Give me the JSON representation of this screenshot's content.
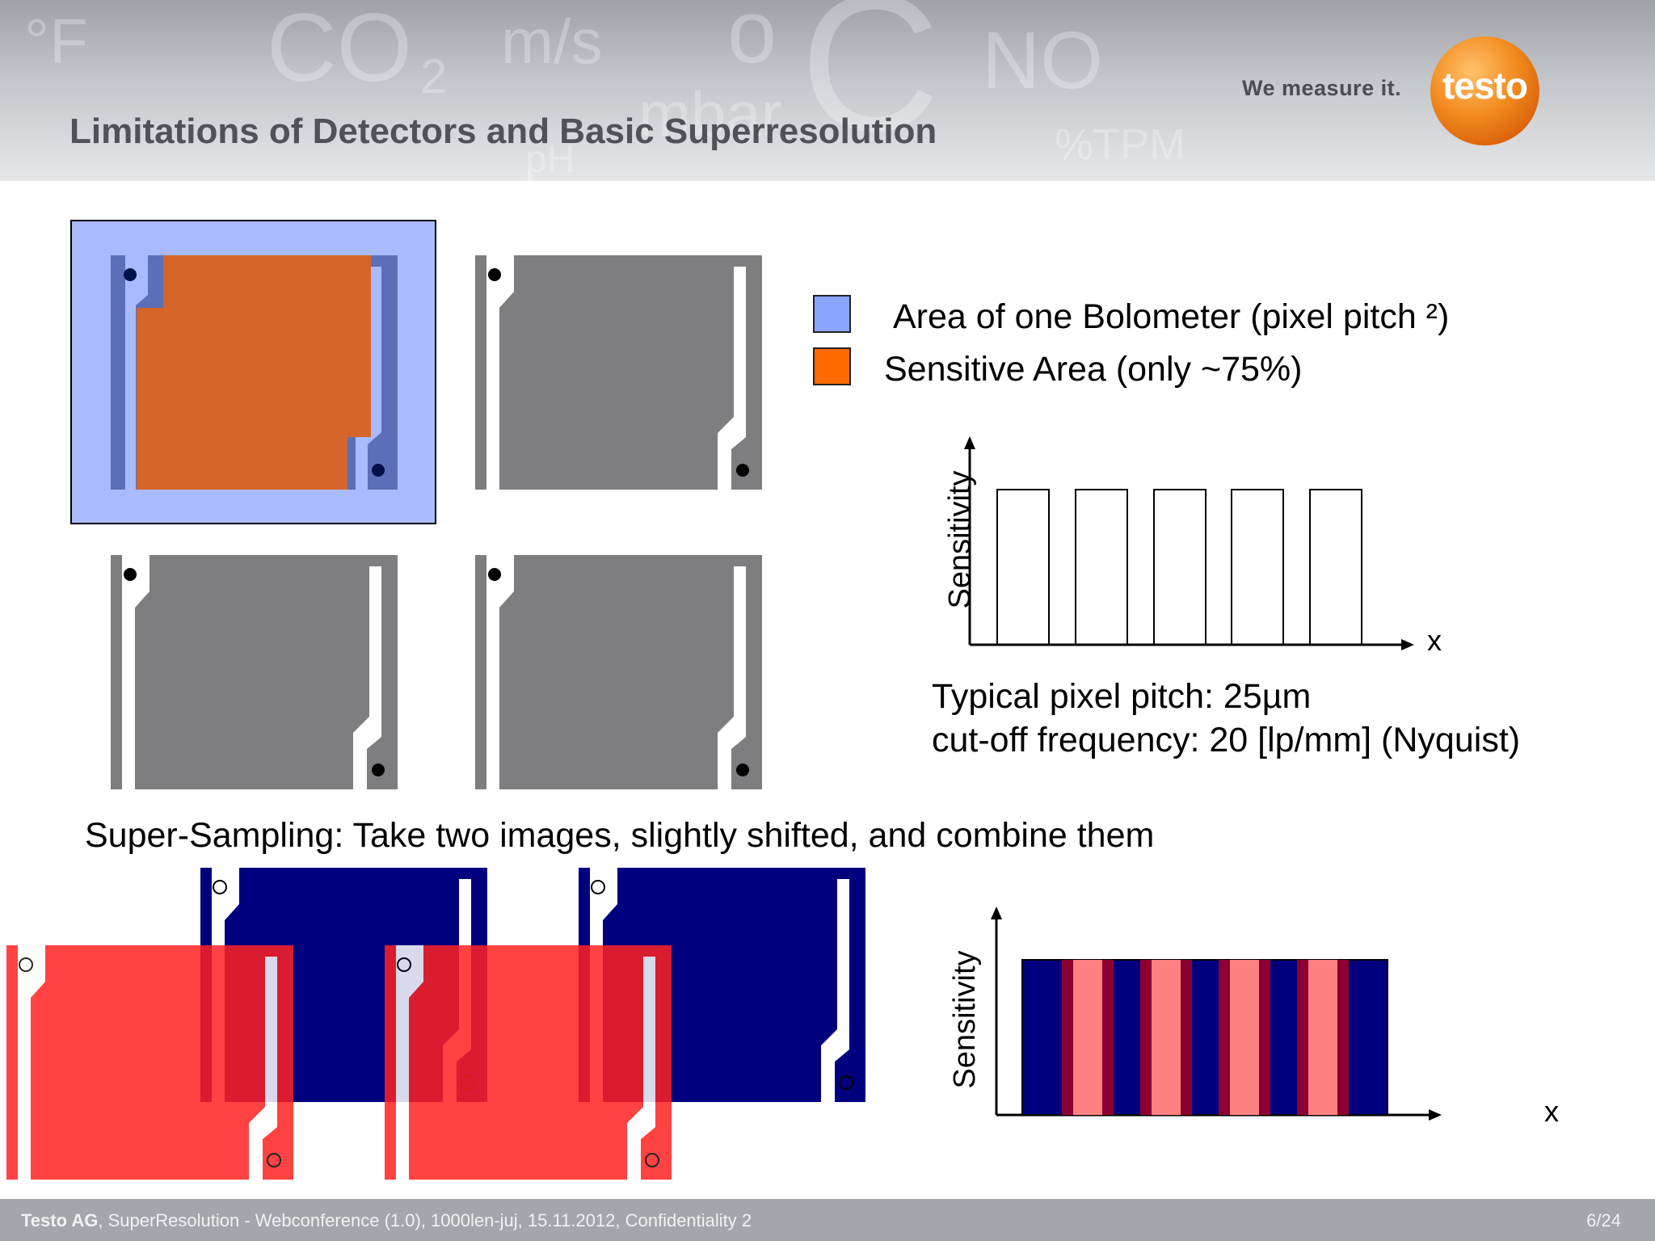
{
  "header": {
    "title": "Limitations of Detectors and Basic Superresolution",
    "motto": "We measure it.",
    "logo_text": "testo",
    "background_symbols": [
      "°F",
      "CO",
      "2",
      "m/s",
      "o",
      "C",
      "NO",
      "mbar",
      "pH",
      "%TPM"
    ]
  },
  "legend": {
    "items": [
      {
        "label": "Area of one Bolometer (pixel pitch ²)",
        "color": "#8aa4ff"
      },
      {
        "label": "Sensitive Area (only ~75%)",
        "color": "#ff6a00"
      }
    ]
  },
  "pixel_info": {
    "pitch_line": "Typical pixel pitch: 25µm",
    "cutoff_line": "cut-off frequency: 20 [lp/mm] (Nyquist)"
  },
  "supersampling": {
    "caption": "Super-Sampling: Take two images, slightly shifted, and combine them"
  },
  "chart_top": {
    "y_label": "Sensitivity",
    "x_label": "x",
    "pulse_count": 5
  },
  "chart_bottom": {
    "y_label": "Sensitivity",
    "x_label": "x"
  },
  "colors": {
    "bolometer_area": "#aab8ff",
    "sensitive_area": "#d6652a",
    "pixel_gray": "#7e7d80",
    "image1_blue": "#00007f",
    "image2_red": "#ff4444",
    "overlap_dark_red": "#8b0030",
    "overlap_light_red": "#ff8080"
  },
  "footer": {
    "company": "Testo AG",
    "info": ", SuperResolution - Webconference (1.0), 1000len-juj, 15.11.2012, Confidentiality 2",
    "page": "6/24"
  }
}
